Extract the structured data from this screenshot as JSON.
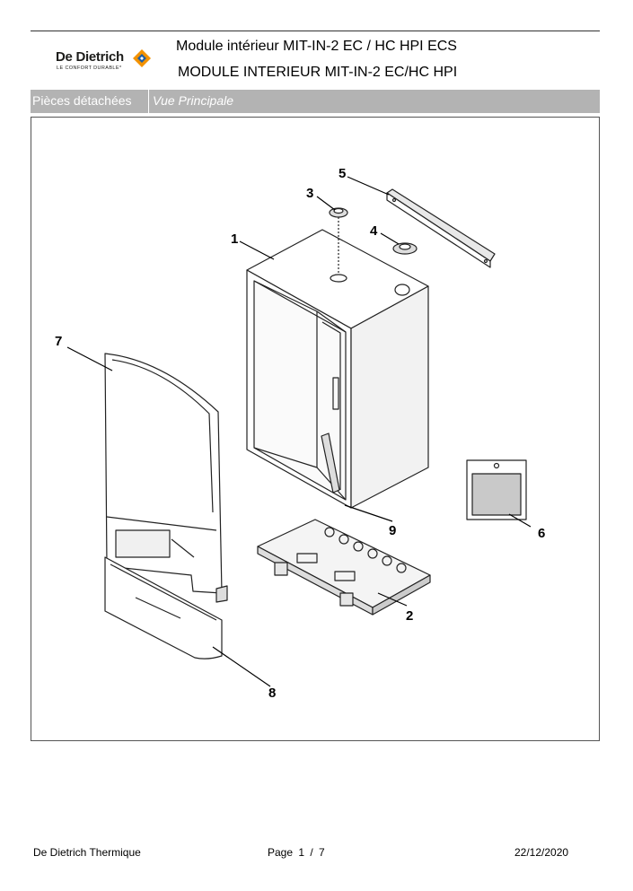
{
  "header": {
    "brand": "De Dietrich",
    "brand_tagline": "LE CONFORT DURABLE*",
    "title_line1": "Module intérieur MIT-IN-2 EC / HC  HPI ECS",
    "title_line2": "MODULE INTERIEUR MIT-IN-2 EC/HC HPI"
  },
  "section": {
    "label": "Pièces détachées",
    "view": "Vue Principale"
  },
  "callouts": [
    "1",
    "2",
    "3",
    "4",
    "5",
    "6",
    "7",
    "8",
    "9"
  ],
  "footer": {
    "company": "De Dietrich Thermique",
    "page": "Page  1 / 7",
    "date": "22/12/2020"
  },
  "colors": {
    "brand_orange": "#f39200",
    "brand_blue": "#1f5fa8",
    "bar_gray": "#b3b3b3"
  }
}
